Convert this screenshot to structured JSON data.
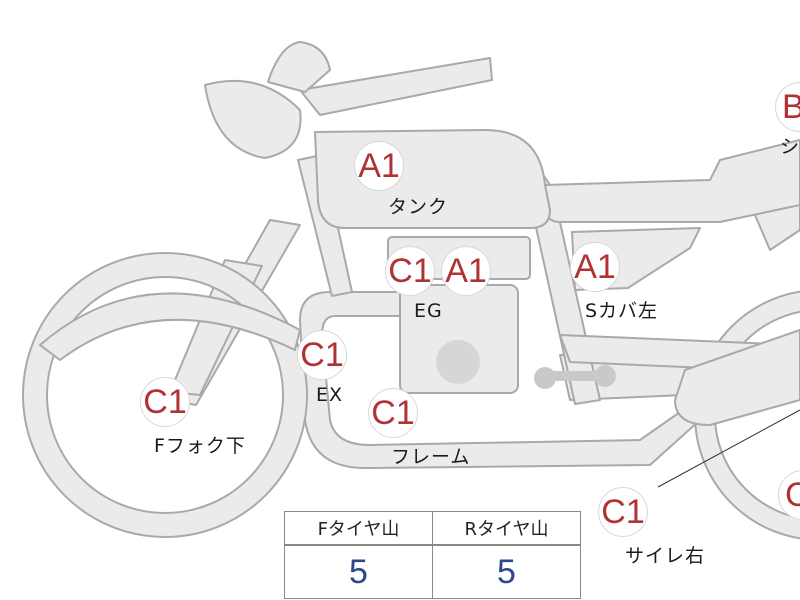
{
  "colors": {
    "bike_fill": "#ebebeb",
    "bike_stroke": "#a9a9a9",
    "grade_text": "#b03232",
    "tire_value_text": "#2a4a8a"
  },
  "grades": {
    "tank": "A1",
    "engine_left": "C1",
    "engine_right": "A1",
    "side_cover_left": "A1",
    "exhaust": "C1",
    "front_fork_lower": "C1",
    "frame": "C1",
    "muffler_right": "C1",
    "seat": "B",
    "rear_edge": "C"
  },
  "labels": {
    "tank": "タンク",
    "engine": "EG",
    "side_cover_left": "Sカバ左",
    "exhaust": "EX",
    "front_fork_lower": "Fフォク下",
    "frame": "フレーム",
    "muffler_right": "サイレ右",
    "seat": "シ"
  },
  "tire_table": {
    "headers": [
      "Fタイヤ山",
      "Rタイヤ山"
    ],
    "values": [
      "5",
      "5"
    ]
  }
}
